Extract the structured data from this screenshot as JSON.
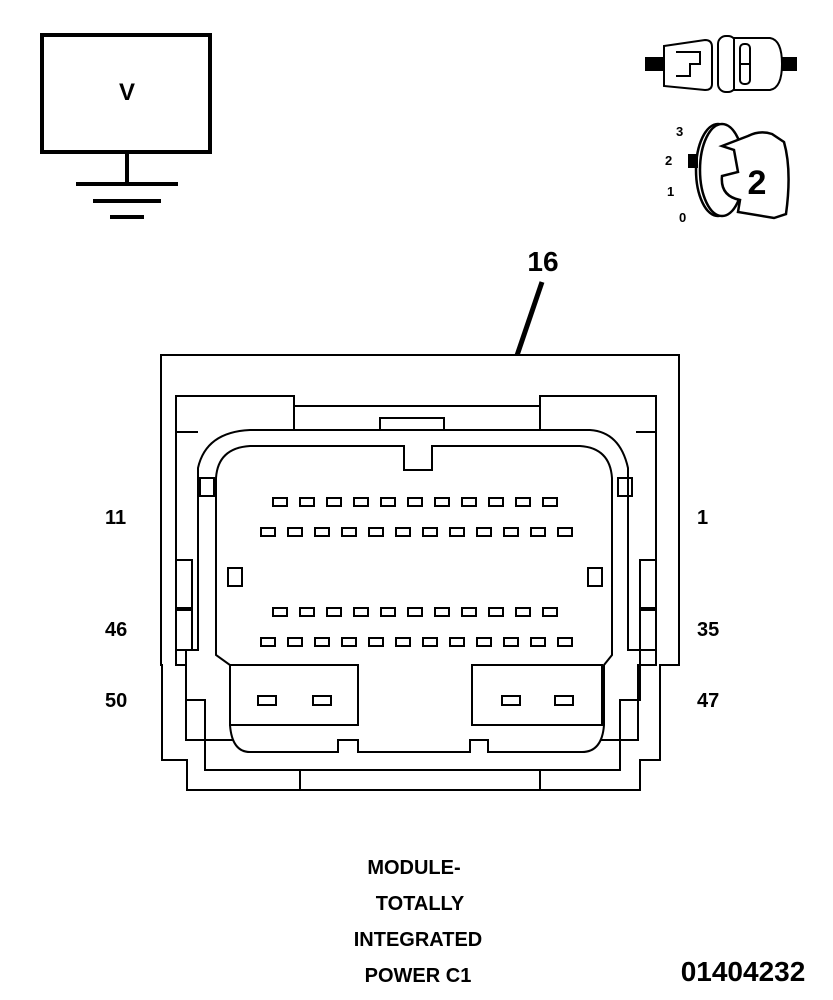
{
  "meter": {
    "symbol": "V"
  },
  "ignition": {
    "positions": [
      "3",
      "2",
      "1",
      "0"
    ],
    "key_position": "2"
  },
  "callout": {
    "pin": "16"
  },
  "connector": {
    "pin_labels": {
      "top_left": "11",
      "top_right": "1",
      "mid_left": "46",
      "mid_right": "35",
      "bottom_left": "50",
      "bottom_right": "47"
    }
  },
  "title": {
    "lines": [
      "MODULE-",
      "TOTALLY",
      "INTEGRATED",
      "POWER C1"
    ]
  },
  "figure_id": "01404232"
}
